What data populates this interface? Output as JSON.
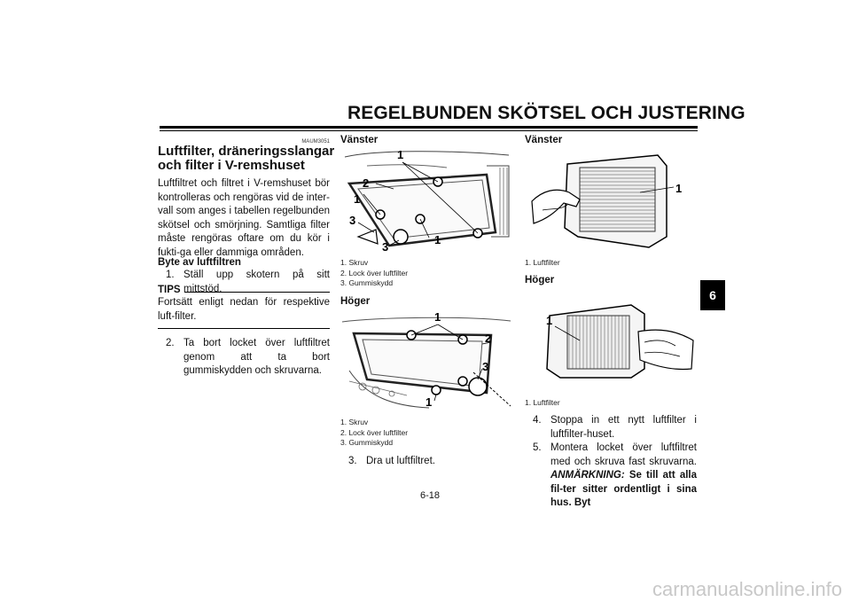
{
  "header": {
    "title": "REGELBUNDEN SKÖTSEL OCH JUSTERING"
  },
  "chapter_tab": "6",
  "section": {
    "code": "MAUM3051",
    "title": "Luftfilter, dräneringsslangar och filter i V-remshuset",
    "intro": "Luftfiltret och filtret i V-remshuset bör kontrolleras och rengöras vid de inter-vall som anges i tabellen regelbunden skötsel och smörjning. Samtliga filter måste rengöras oftare om du kör i fukti-ga eller dammiga områden.",
    "subhead": "Byte av luftfiltren",
    "step1_num": "1.",
    "step1_text": "Ställ upp skotern på sitt mittstöd.",
    "tips_label": "TIPS",
    "tips_text": "Fortsätt enligt nedan för respektive luft-filter.",
    "step2_num": "2.",
    "step2_text": "Ta bort locket över luftfiltret genom att ta bort gummiskydden och skruvarna."
  },
  "fig_left_top": {
    "label": "Vänster",
    "captions": [
      "1.  Skruv",
      "2.  Lock över luftfilter",
      "3.  Gummiskydd"
    ],
    "callouts": [
      "1",
      "2",
      "1",
      "3",
      "3",
      "1"
    ]
  },
  "fig_left_bottom": {
    "label": "Höger",
    "captions": [
      "1.  Skruv",
      "2.  Lock över luftfilter",
      "3.  Gummiskydd"
    ],
    "callouts": [
      "1",
      "2",
      "3",
      "1"
    ]
  },
  "step3": {
    "num": "3.",
    "text": "Dra ut luftfiltret."
  },
  "fig_right_top": {
    "label": "Vänster",
    "caption": "1.  Luftfilter",
    "callout": "1"
  },
  "fig_right_bottom": {
    "label": "Höger",
    "caption": "1.  Luftfilter",
    "callout": "1"
  },
  "step4": {
    "num": "4.",
    "text": "Stoppa in ett nytt luftfilter i luftfilter-huset."
  },
  "step5": {
    "num": "5.",
    "text": "Montera locket över luftfiltret med och skruva fast skruvarna.",
    "note_label": "ANMÄRKNING:",
    "note_text": "Se till att alla fil-ter sitter ordentligt i sina hus. Byt"
  },
  "page_number": "6-18",
  "watermark": "carmanualsonline.info"
}
